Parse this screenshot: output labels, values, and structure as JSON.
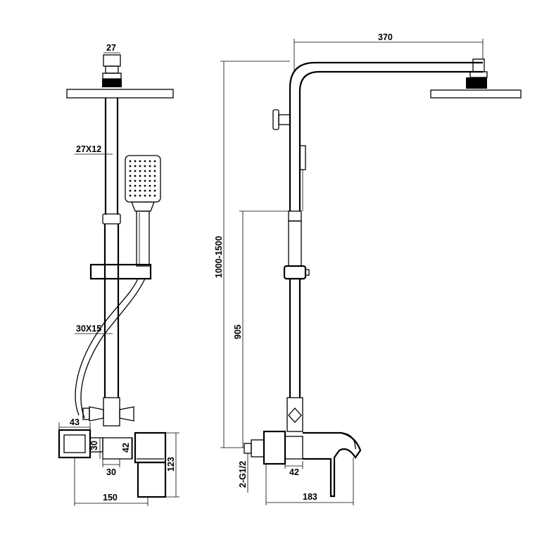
{
  "dimensions": {
    "front": {
      "top_nut": "27",
      "upper_pipe": "27X12",
      "lower_pipe": "30X15",
      "handle_width": "43",
      "inlet_a": "30",
      "inlet_b": "42",
      "inlet_c": "30",
      "body_height": "123",
      "overall_width": "150"
    },
    "side": {
      "arm_length": "370",
      "height_range": "1000-1500",
      "inlet_height": "905",
      "connection": "2-G1/2",
      "body_depth": "42",
      "spout_length": "183"
    }
  }
}
